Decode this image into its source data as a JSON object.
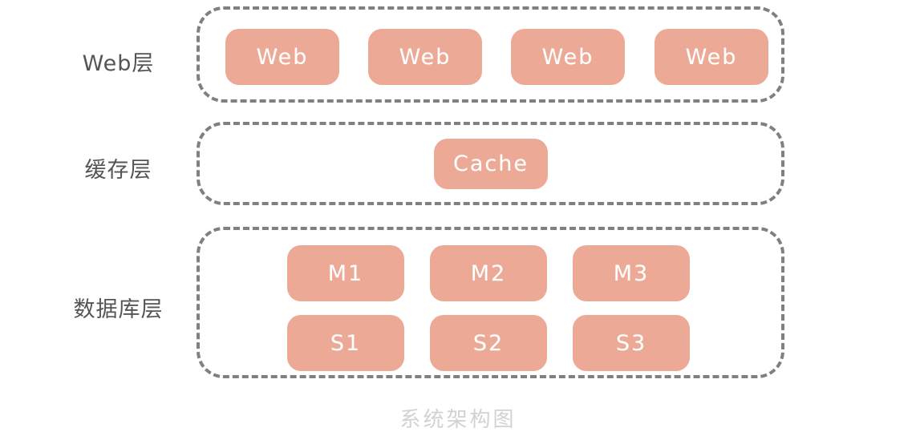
{
  "diagram": {
    "caption": "系统架构图",
    "style": {
      "node_fill": "#eca996",
      "node_text": "#ffffff",
      "container_border": "#808080",
      "label_text": "#555555",
      "caption_text": "#d2d2d2",
      "background": "#ffffff"
    },
    "layers": [
      {
        "id": "web-layer",
        "label": "Web层",
        "nodes": [
          {
            "id": "web-1",
            "label": "Web"
          },
          {
            "id": "web-2",
            "label": "Web"
          },
          {
            "id": "web-3",
            "label": "Web"
          },
          {
            "id": "web-4",
            "label": "Web"
          }
        ]
      },
      {
        "id": "cache-layer",
        "label": "缓存层",
        "nodes": [
          {
            "id": "cache-1",
            "label": "Cache"
          }
        ]
      },
      {
        "id": "database-layer",
        "label": "数据库层",
        "nodes": [
          {
            "id": "db-m1",
            "label": "M1"
          },
          {
            "id": "db-m2",
            "label": "M2"
          },
          {
            "id": "db-m3",
            "label": "M3"
          },
          {
            "id": "db-s1",
            "label": "S1"
          },
          {
            "id": "db-s2",
            "label": "S2"
          },
          {
            "id": "db-s3",
            "label": "S3"
          }
        ]
      }
    ]
  }
}
